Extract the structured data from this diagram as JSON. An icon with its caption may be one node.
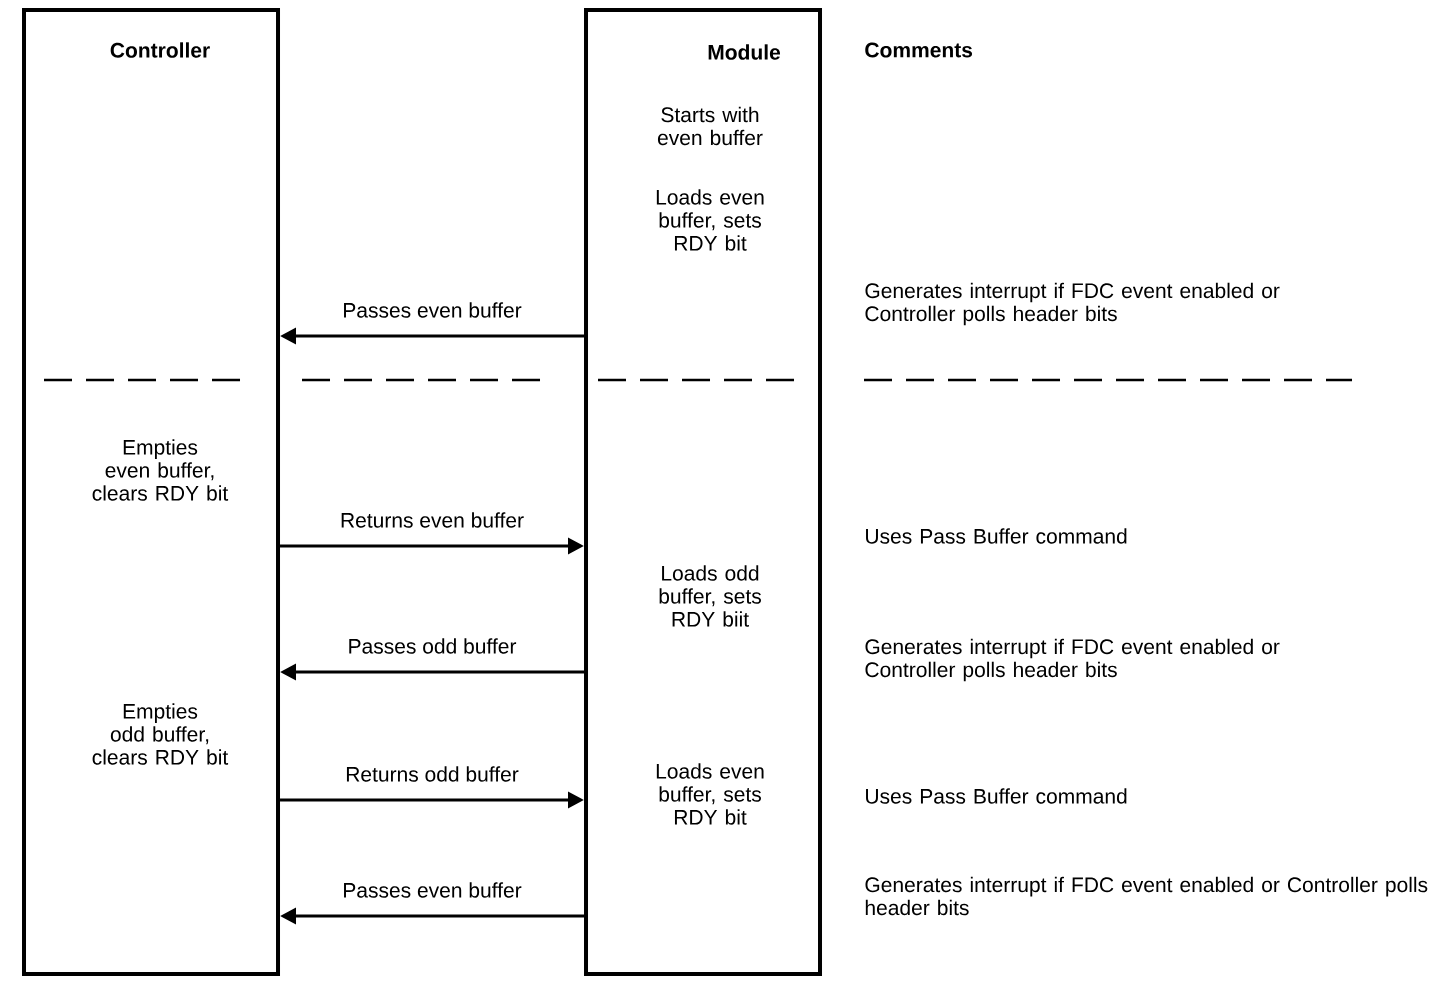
{
  "diagram": {
    "nodes": [
      {
        "text": [
          "Controller",
          "Empties even buffer, clears RDY bit",
          "Empties odd buffer, clears RDY bit"
        ]
      },
      {
        "text": [
          "Module",
          "Starts with even buffer",
          "Loads even buffer, sets RDY bit",
          "Loads odd buffer, sets RDY biit",
          "Loads even buffer, sets RDY bit"
        ]
      }
    ],
    "edges": [
      {
        "from": 1,
        "to": 0,
        "arrow": "to",
        "label": "Passes even buffer"
      },
      {
        "from": 0,
        "to": 1,
        "arrow": "to",
        "label": "Returns even buffer"
      },
      {
        "from": 1,
        "to": 0,
        "arrow": "to",
        "label": "Passes odd buffer"
      },
      {
        "from": 0,
        "to": 1,
        "arrow": "to",
        "label": "Returns odd buffer"
      },
      {
        "from": 1,
        "to": 0,
        "arrow": "to",
        "label": "Passes even buffer"
      }
    ],
    "labels": [
      "Comments",
      "Generates interrupt if FDC event enabled or Controller polls header bits",
      "Uses Pass Buffer command",
      "Generates interrupt if FDC event enabled or Controller polls header bits",
      "Uses Pass Buffer command",
      "Generates interrupt if FDC event enabled or Controller polls header bits"
    ]
  }
}
